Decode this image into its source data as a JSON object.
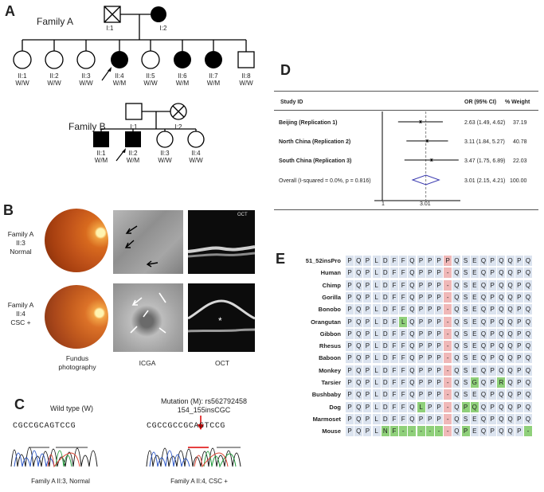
{
  "panels": {
    "a": "A",
    "b": "B",
    "c": "C",
    "d": "D",
    "e": "E"
  },
  "pedigree": {
    "family_a": {
      "title": "Family A",
      "gen1": [
        {
          "id": "I:1"
        },
        {
          "id": "I:2"
        }
      ],
      "gen2": [
        {
          "id": "II:1",
          "genotype": "W/W"
        },
        {
          "id": "II:2",
          "genotype": "W/W"
        },
        {
          "id": "II:3",
          "genotype": "W/W"
        },
        {
          "id": "II:4",
          "genotype": "W/M"
        },
        {
          "id": "II:5",
          "genotype": "W/W"
        },
        {
          "id": "II:6",
          "genotype": "W/M"
        },
        {
          "id": "II:7",
          "genotype": "W/M"
        },
        {
          "id": "II:8",
          "genotype": "W/W"
        }
      ]
    },
    "family_b": {
      "title": "Family B",
      "gen1": [
        {
          "id": "I:1"
        },
        {
          "id": "I:2"
        }
      ],
      "gen2": [
        {
          "id": "II:1",
          "genotype": "W/M"
        },
        {
          "id": "II:2",
          "genotype": "W/M"
        },
        {
          "id": "II:3",
          "genotype": "W/W"
        },
        {
          "id": "II:4",
          "genotype": "W/W"
        }
      ]
    }
  },
  "imaging": {
    "row1_label": [
      "Family A",
      "II:3",
      "Normal"
    ],
    "row2_label": [
      "Family A",
      "II:4",
      "CSC +"
    ],
    "col_fundus": [
      "Fundus",
      "photography"
    ],
    "col_icga": "ICGA",
    "col_oct": "OCT",
    "oct_top_tag": "OCT",
    "asterisk": "*"
  },
  "sequencing": {
    "left_title": "Wild type (W)",
    "left_seq": "CGCCGCAGTCCG",
    "left_caption": "Family A II:3, Normal",
    "right_title_1": "Mutation (M): rs562792458",
    "right_title_2": "154_155insCGC",
    "right_seq": "CGCCGCCGCAGTCCG",
    "right_caption": "Family A II:4, CSC +"
  },
  "forest": {
    "col_study": "Study ID",
    "col_or": "OR (95% CI)",
    "col_weight": "% Weight",
    "studies": [
      {
        "name": "Beijing (Replication 1)",
        "or_text": "2.63 (1.49, 4.62)",
        "weight": "37.19"
      },
      {
        "name": "North China (Replication 2)",
        "or_text": "3.11 (1.84, 5.27)",
        "weight": "40.78"
      },
      {
        "name": "South China (Replication 3)",
        "or_text": "3.47 (1.75, 6.89)",
        "weight": "22.03"
      }
    ],
    "overall_name": "Overall  (I-squared = 0.0%, p = 0.816)",
    "overall_or": "3.01 (2.15, 4.21)",
    "overall_weight": "100.00",
    "axis_ref": "1",
    "axis_pooled": "3.01"
  },
  "chart_data": {
    "type": "scatter",
    "title": "",
    "xlabel": "",
    "ylabel": "",
    "series": [
      {
        "name": "",
        "values": [
          {
            "label": "Beijing (Replication 1)",
            "or": 2.63,
            "lo": 1.49,
            "hi": 4.62
          },
          {
            "label": "North China (Replication 2)",
            "or": 3.11,
            "lo": 1.84,
            "hi": 5.27
          },
          {
            "label": "South China (Replication 3)",
            "or": 3.47,
            "lo": 1.75,
            "hi": 6.89
          },
          {
            "label": "Overall",
            "or": 3.01,
            "lo": 2.15,
            "hi": 4.21
          }
        ]
      }
    ]
  },
  "alignment": {
    "rows": [
      {
        "species": "51_52insPro",
        "seq": [
          "P",
          "Q",
          "P",
          "L",
          "D",
          "F",
          "F",
          "Q",
          "P",
          "P",
          "P",
          "P",
          "Q",
          "S",
          "E",
          "Q",
          "P",
          "Q",
          "Q",
          "P",
          "Q"
        ],
        "diff": []
      },
      {
        "species": "Human",
        "seq": [
          "P",
          "Q",
          "P",
          "L",
          "D",
          "F",
          "F",
          "Q",
          "P",
          "P",
          "P",
          "-",
          "Q",
          "S",
          "E",
          "Q",
          "P",
          "Q",
          "Q",
          "P",
          "Q"
        ],
        "diff": []
      },
      {
        "species": "Chimp",
        "seq": [
          "P",
          "Q",
          "P",
          "L",
          "D",
          "F",
          "F",
          "Q",
          "P",
          "P",
          "P",
          "-",
          "Q",
          "S",
          "E",
          "Q",
          "P",
          "Q",
          "Q",
          "P",
          "Q"
        ],
        "diff": []
      },
      {
        "species": "Gorilla",
        "seq": [
          "P",
          "Q",
          "P",
          "L",
          "D",
          "F",
          "F",
          "Q",
          "P",
          "P",
          "P",
          "-",
          "Q",
          "S",
          "E",
          "Q",
          "P",
          "Q",
          "Q",
          "P",
          "Q"
        ],
        "diff": []
      },
      {
        "species": "Bonobo",
        "seq": [
          "P",
          "Q",
          "P",
          "L",
          "D",
          "F",
          "F",
          "Q",
          "P",
          "P",
          "P",
          "-",
          "Q",
          "S",
          "E",
          "Q",
          "P",
          "Q",
          "Q",
          "P",
          "Q"
        ],
        "diff": []
      },
      {
        "species": "Orangutan",
        "seq": [
          "P",
          "Q",
          "P",
          "L",
          "D",
          "F",
          "L",
          "Q",
          "P",
          "P",
          "P",
          "-",
          "Q",
          "S",
          "E",
          "Q",
          "P",
          "Q",
          "Q",
          "P",
          "Q"
        ],
        "diff": [
          6
        ]
      },
      {
        "species": "Gibbon",
        "seq": [
          "P",
          "Q",
          "P",
          "L",
          "D",
          "F",
          "F",
          "Q",
          "P",
          "P",
          "P",
          "-",
          "Q",
          "S",
          "E",
          "Q",
          "P",
          "Q",
          "Q",
          "P",
          "Q"
        ],
        "diff": []
      },
      {
        "species": "Rhesus",
        "seq": [
          "P",
          "Q",
          "P",
          "L",
          "D",
          "F",
          "F",
          "Q",
          "P",
          "P",
          "P",
          "-",
          "Q",
          "S",
          "E",
          "Q",
          "P",
          "Q",
          "Q",
          "P",
          "Q"
        ],
        "diff": []
      },
      {
        "species": "Baboon",
        "seq": [
          "P",
          "Q",
          "P",
          "L",
          "D",
          "F",
          "F",
          "Q",
          "P",
          "P",
          "P",
          "-",
          "Q",
          "S",
          "E",
          "Q",
          "P",
          "Q",
          "Q",
          "P",
          "Q"
        ],
        "diff": []
      },
      {
        "species": "Monkey",
        "seq": [
          "P",
          "Q",
          "P",
          "L",
          "D",
          "F",
          "F",
          "Q",
          "P",
          "P",
          "P",
          "-",
          "Q",
          "S",
          "E",
          "Q",
          "P",
          "Q",
          "Q",
          "P",
          "Q"
        ],
        "diff": []
      },
      {
        "species": "Tarsier",
        "seq": [
          "P",
          "Q",
          "P",
          "L",
          "D",
          "F",
          "F",
          "Q",
          "P",
          "P",
          "P",
          "-",
          "Q",
          "S",
          "G",
          "Q",
          "P",
          "R",
          "Q",
          "P",
          "Q"
        ],
        "diff": [
          14,
          17
        ]
      },
      {
        "species": "Bushbaby",
        "seq": [
          "P",
          "Q",
          "P",
          "L",
          "D",
          "F",
          "F",
          "Q",
          "P",
          "P",
          "P",
          "-",
          "Q",
          "S",
          "E",
          "Q",
          "P",
          "Q",
          "Q",
          "P",
          "Q"
        ],
        "diff": []
      },
      {
        "species": "Dog",
        "seq": [
          "P",
          "Q",
          "P",
          "L",
          "D",
          "F",
          "F",
          "Q",
          "L",
          "P",
          "P",
          "-",
          "Q",
          "P",
          "Q",
          "Q",
          "P",
          "Q",
          "Q",
          "P",
          "Q"
        ],
        "diff": [
          8,
          13,
          14
        ]
      },
      {
        "species": "Marmoset",
        "seq": [
          "P",
          "Q",
          "P",
          "L",
          "D",
          "F",
          "F",
          "Q",
          "P",
          "P",
          "P",
          "-",
          "Q",
          "S",
          "E",
          "Q",
          "P",
          "Q",
          "Q",
          "P",
          "Q"
        ],
        "diff": []
      },
      {
        "species": "Mouse",
        "seq": [
          "P",
          "Q",
          "P",
          "L",
          "N",
          "F",
          "-",
          "-",
          "-",
          "-",
          "-",
          "-",
          "Q",
          "P",
          "E",
          "Q",
          "P",
          "Q",
          "Q",
          "P",
          "-"
        ],
        "diff": [
          4,
          5,
          6,
          7,
          8,
          9,
          10,
          13,
          20
        ]
      }
    ]
  }
}
